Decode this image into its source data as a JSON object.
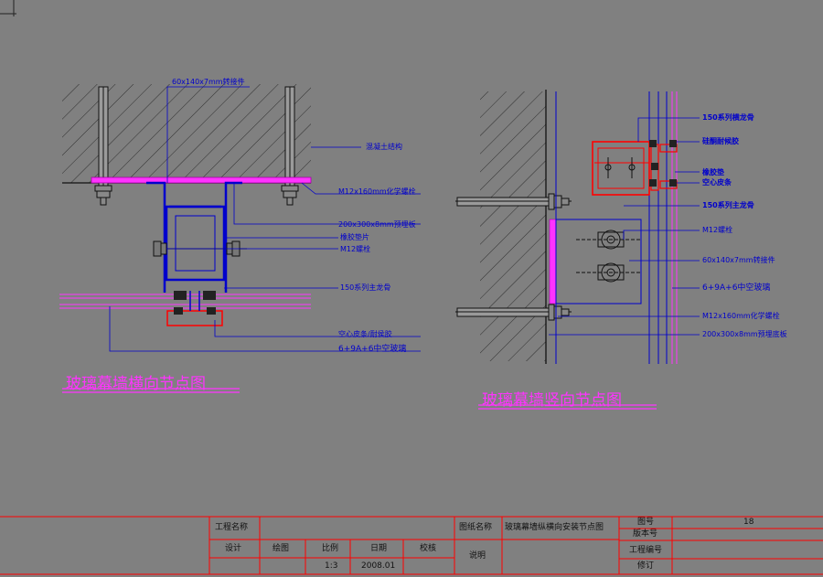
{
  "colors": {
    "background": "#808080",
    "structure_line": "#0000cc",
    "hatch": "#1a1a1a",
    "profile": "#ff0000",
    "magenta": "#ff33ff",
    "leader": "#0000cc",
    "title_block": "#ff0000"
  },
  "left_detail": {
    "title": "玻璃幕墙横向节点图",
    "labels": {
      "connector": "60x140x7mm转接件",
      "concrete": "混凝土结构",
      "chem_bolt": "M12x160mm化学螺栓",
      "embed_plate": "200x300x8mm预埋板",
      "rubber_pad": "橡胶垫片",
      "m12_bolt": "M12螺栓",
      "main_keel": "150系列主龙骨",
      "foam_strip": "空心皮条/耐侯胶",
      "glass": "6+9A+6中空玻璃"
    }
  },
  "right_detail": {
    "title": "玻璃幕墙竖向节点图",
    "labels": {
      "cross_keel": "150系列横龙骨",
      "sealant": "硅酮耐候胶",
      "rubber_block": "橡胶垫",
      "foam_strip": "空心皮条",
      "main_keel": "150系列主龙骨",
      "m12_bolt": "M12螺栓",
      "connector": "60x140x7mm转接件",
      "glass": "6+9A+6中空玻璃",
      "chem_bolt": "M12x160mm化学螺栓",
      "base_plate": "200x300x8mm预埋底板"
    }
  },
  "title_block": {
    "project_name_label": "工程名称",
    "design_label": "设计",
    "draw_label": "绘图",
    "scale_label": "比例",
    "date_label": "日期",
    "check_label": "校核",
    "scale_value": "1:3",
    "date_value": "2008.01",
    "drawing_name_label": "图纸名称",
    "drawing_name_value": "玻璃幕墙纵横向安装节点图",
    "note_label": "说明",
    "sheet_no_label": "图号",
    "sheet_no_value": "18",
    "version_label": "版本号",
    "project_no_label": "工程编号",
    "revision_label": "修订"
  }
}
